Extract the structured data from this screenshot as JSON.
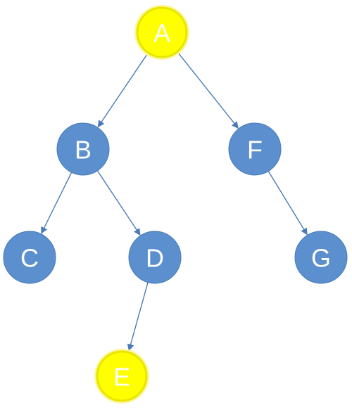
{
  "diagram": {
    "type": "binary-tree",
    "colors": {
      "default_node_fill": "#5b8fce",
      "default_node_stroke": "#4a7ab8",
      "default_label": "#ffffff",
      "highlight_fill": "#ffff00",
      "highlight_stroke": "#e6e600",
      "highlight_glow": "#fff59a",
      "highlight_label": "#ffffff",
      "edge": "#4a7bb8",
      "background": "#ffffff"
    },
    "nodes": [
      {
        "id": "A",
        "label": "A",
        "highlighted": true
      },
      {
        "id": "B",
        "label": "B",
        "highlighted": false
      },
      {
        "id": "F",
        "label": "F",
        "highlighted": false
      },
      {
        "id": "C",
        "label": "C",
        "highlighted": false
      },
      {
        "id": "D",
        "label": "D",
        "highlighted": false
      },
      {
        "id": "G",
        "label": "G",
        "highlighted": false
      },
      {
        "id": "E",
        "label": "E",
        "highlighted": true
      }
    ],
    "edges": [
      {
        "from": "A",
        "to": "B"
      },
      {
        "from": "A",
        "to": "F"
      },
      {
        "from": "B",
        "to": "C"
      },
      {
        "from": "B",
        "to": "D"
      },
      {
        "from": "F",
        "to": "G"
      },
      {
        "from": "D",
        "to": "E"
      }
    ]
  }
}
